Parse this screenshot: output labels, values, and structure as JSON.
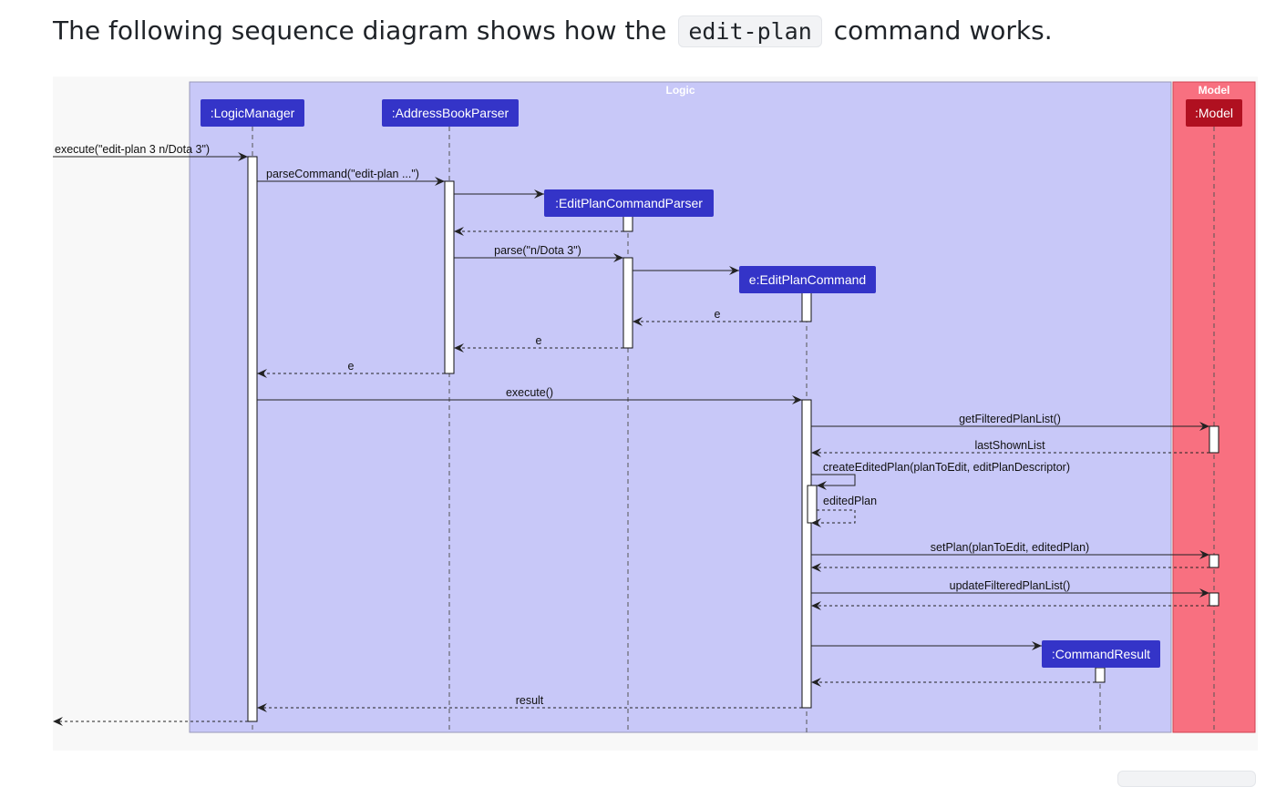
{
  "intro": {
    "before": "The following sequence diagram shows how the",
    "code": "edit-plan",
    "after": "command works."
  },
  "colors": {
    "logic_bg": "#c8c8f8",
    "logic_border": "#9898b8",
    "model_bg": "#f87080",
    "model_border": "#d04050",
    "participant": "#3434c8",
    "model_participant": "#b01020",
    "text": "#111111"
  },
  "groups": [
    {
      "name": "Logic",
      "label": "Logic"
    },
    {
      "name": "Model",
      "label": "Model"
    }
  ],
  "participants": [
    {
      "id": "lm",
      "label": ":LogicManager"
    },
    {
      "id": "abp",
      "label": ":AddressBookParser"
    },
    {
      "id": "epcp",
      "label": ":EditPlanCommandParser"
    },
    {
      "id": "epc",
      "label": "e:EditPlanCommand"
    },
    {
      "id": "cr",
      "label": ":CommandResult"
    },
    {
      "id": "model",
      "label": ":Model"
    }
  ],
  "messages": [
    {
      "from": "ext",
      "to": "lm",
      "label": "execute(\"edit-plan 3 n/Dota 3\")",
      "type": "call"
    },
    {
      "from": "lm",
      "to": "abp",
      "label": "parseCommand(\"edit-plan ...\")",
      "type": "call"
    },
    {
      "from": "abp",
      "to": "epcp",
      "label": "",
      "type": "create"
    },
    {
      "from": "epcp",
      "to": "abp",
      "label": "",
      "type": "return"
    },
    {
      "from": "abp",
      "to": "epcp",
      "label": "parse(\"n/Dota 3\")",
      "type": "call"
    },
    {
      "from": "epcp",
      "to": "epc",
      "label": "",
      "type": "create"
    },
    {
      "from": "epc",
      "to": "epcp",
      "label": "e",
      "type": "return"
    },
    {
      "from": "epcp",
      "to": "abp",
      "label": "e",
      "type": "return"
    },
    {
      "from": "abp",
      "to": "lm",
      "label": "e",
      "type": "return"
    },
    {
      "from": "lm",
      "to": "epc",
      "label": "execute()",
      "type": "call"
    },
    {
      "from": "epc",
      "to": "model",
      "label": "getFilteredPlanList()",
      "type": "call"
    },
    {
      "from": "model",
      "to": "epc",
      "label": "lastShownList",
      "type": "return"
    },
    {
      "from": "epc",
      "to": "epc",
      "label": "createEditedPlan(planToEdit, editPlanDescriptor)",
      "type": "self"
    },
    {
      "from": "epc",
      "to": "epc",
      "label": "editedPlan",
      "type": "selfreturn"
    },
    {
      "from": "epc",
      "to": "model",
      "label": "setPlan(planToEdit, editedPlan)",
      "type": "call"
    },
    {
      "from": "model",
      "to": "epc",
      "label": "",
      "type": "return"
    },
    {
      "from": "epc",
      "to": "model",
      "label": "updateFilteredPlanList()",
      "type": "call"
    },
    {
      "from": "model",
      "to": "epc",
      "label": "",
      "type": "return"
    },
    {
      "from": "epc",
      "to": "cr",
      "label": "",
      "type": "create"
    },
    {
      "from": "cr",
      "to": "epc",
      "label": "",
      "type": "return"
    },
    {
      "from": "epc",
      "to": "lm",
      "label": "result",
      "type": "return"
    },
    {
      "from": "lm",
      "to": "ext",
      "label": "",
      "type": "return"
    }
  ]
}
